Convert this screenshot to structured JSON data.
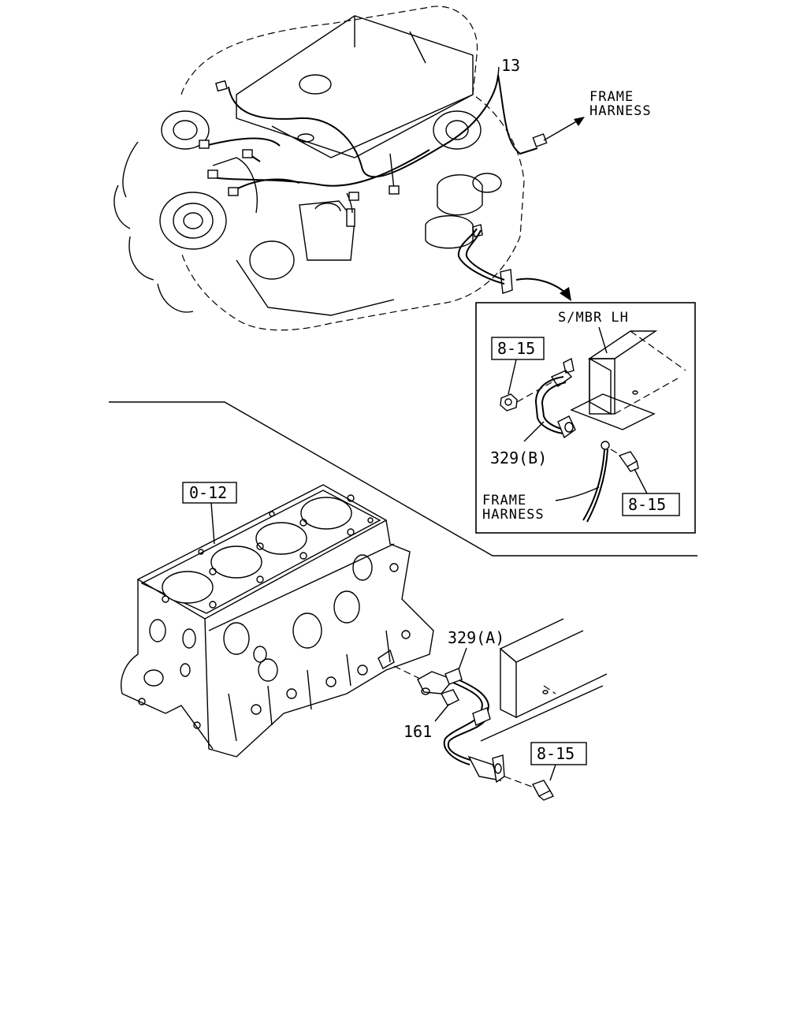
{
  "labels": {
    "part_13": "13",
    "frame_harness_top_1": "FRAME",
    "frame_harness_top_2": "HARNESS",
    "smbr_lh": "S/MBR LH",
    "ref_815_a": "8-15",
    "part_329b": "329(B)",
    "frame_harness_inset_1": "FRAME",
    "frame_harness_inset_2": "HARNESS",
    "ref_815_b": "8-15",
    "ref_012": "0-12",
    "part_329a": "329(A)",
    "part_161": "161",
    "ref_815_c": "8-15"
  }
}
